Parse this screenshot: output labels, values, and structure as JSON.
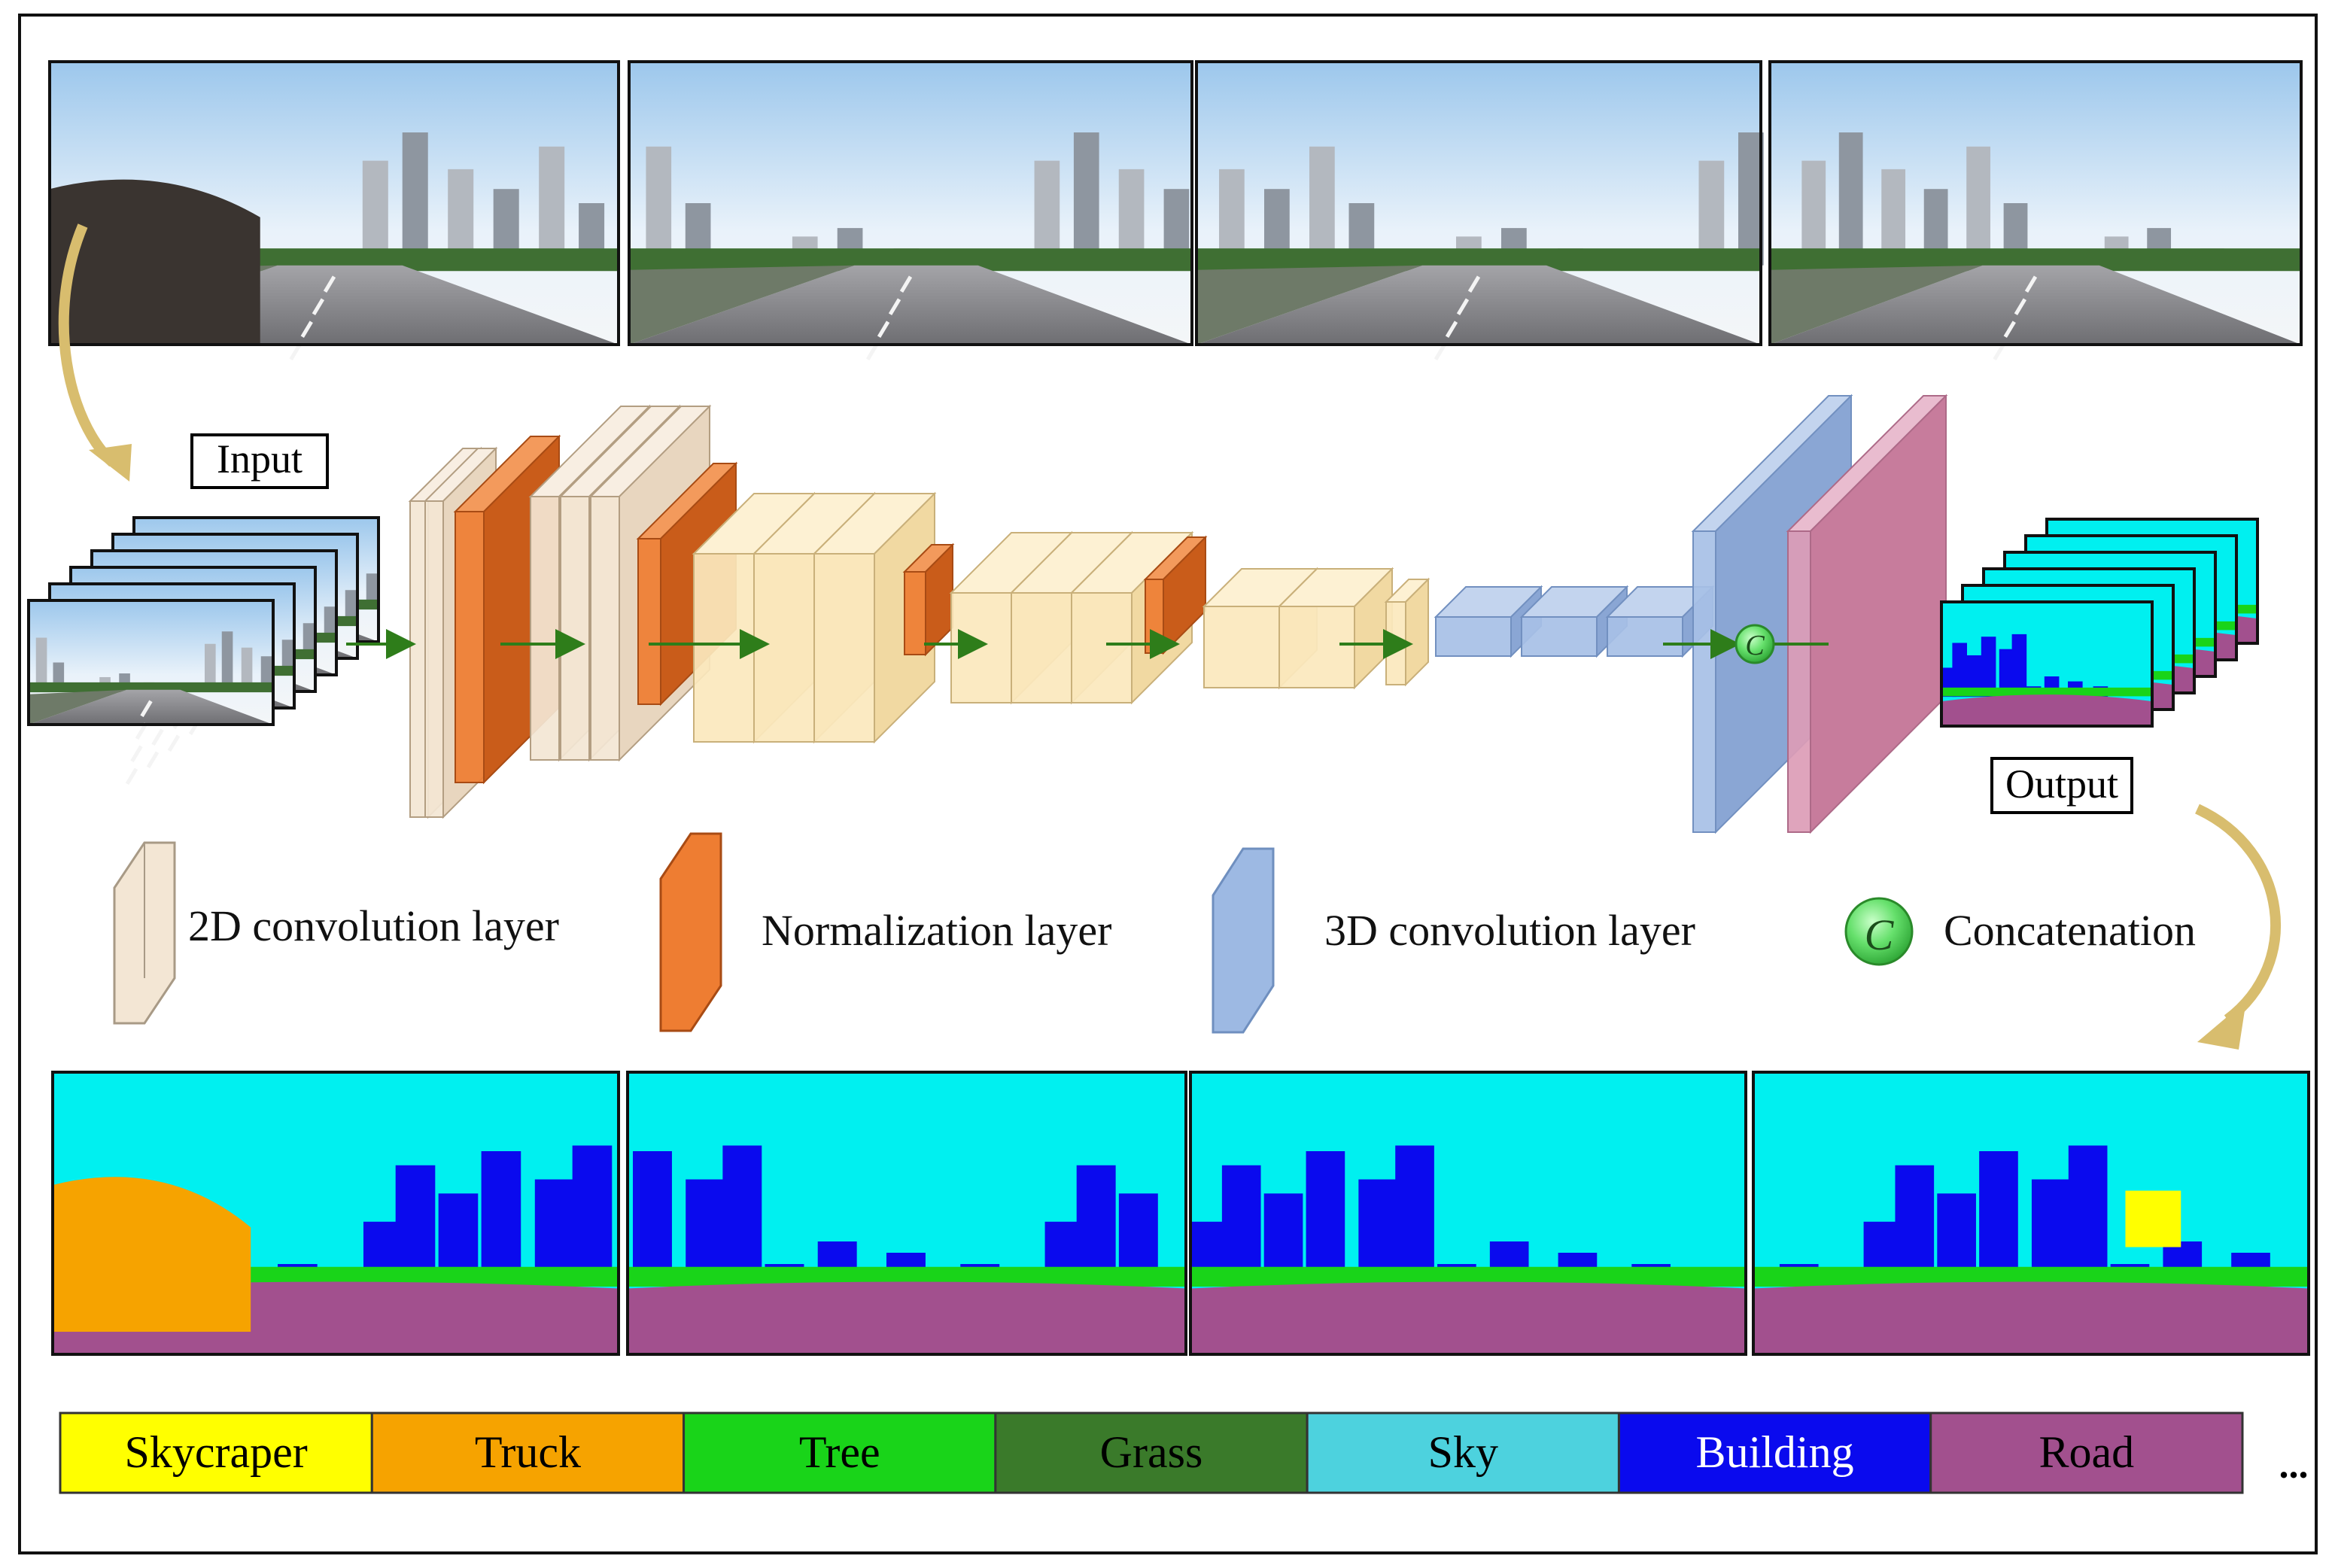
{
  "labels": {
    "input": "Input",
    "output": "Output",
    "concat_symbol": "C"
  },
  "legend": [
    {
      "key": "conv2d",
      "label": "2D convolution layer",
      "color": "#f3e6d4"
    },
    {
      "key": "norm",
      "label": "Normalization layer",
      "color": "#ee7d32"
    },
    {
      "key": "conv3d",
      "label": "3D convolution layer",
      "color": "#9db9e3"
    },
    {
      "key": "concat",
      "label": "Concatenation",
      "symbol": "C",
      "color": "#5fe06a"
    }
  ],
  "classes": [
    {
      "label": "Skycraper",
      "color": "#ffff00",
      "text_color": "#000000"
    },
    {
      "label": "Truck",
      "color": "#f6a300",
      "text_color": "#000000"
    },
    {
      "label": "Tree",
      "color": "#19d419",
      "text_color": "#000000"
    },
    {
      "label": "Grass",
      "color": "#3a7a2a",
      "text_color": "#000000"
    },
    {
      "label": "Sky",
      "color": "#4dd2de",
      "text_color": "#000000"
    },
    {
      "label": "Building",
      "color": "#0a0aee",
      "text_color": "#ffffff"
    },
    {
      "label": "Road",
      "color": "#a2508e",
      "text_color": "#000000"
    }
  ],
  "classes_more": "...",
  "colors": {
    "arrow": "#2e7d1a",
    "curved_arrow": "#d8bd6e",
    "seg_sky": "#00f0f0",
    "seg_road": "#a2508e",
    "seg_building": "#0a0aee",
    "seg_tree": "#19d419",
    "photo_sky": "#cfe4f6",
    "photo_road": "#7b7b80"
  },
  "panoramas": {
    "input_count": 4,
    "output_count": 4
  }
}
